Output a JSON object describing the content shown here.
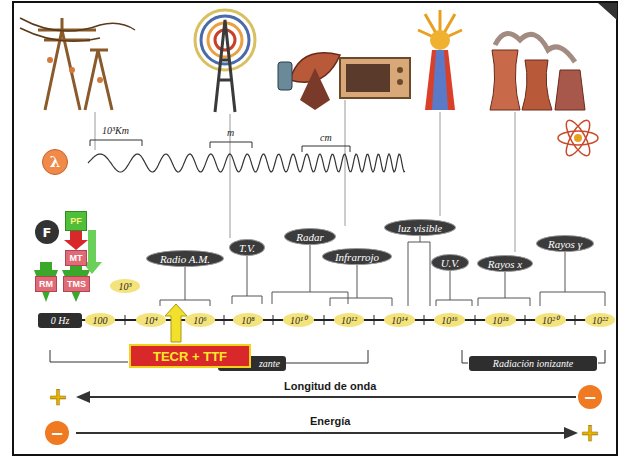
{
  "diagram": {
    "nodes": [
      {
        "text": [
          "λ"
        ]
      },
      {
        "text": [
          "PF"
        ]
      },
      {
        "text": [
          "F"
        ]
      },
      {
        "text": [
          "MT"
        ]
      },
      {
        "text": [
          "luz visible"
        ]
      },
      {
        "text": [
          "Radar"
        ]
      },
      {
        "text": [
          "Rayos γ"
        ]
      },
      {
        "text": [
          "T.V."
        ]
      },
      {
        "text": [
          "Radio A.M."
        ]
      },
      {
        "text": [
          "Infrarrojo"
        ]
      },
      {
        "text": [
          "U.V."
        ]
      },
      {
        "text": [
          "Rayos x"
        ]
      },
      {
        "text": [
          "RM"
        ]
      },
      {
        "text": [
          "TMS"
        ]
      },
      {
        "text": [
          "10³"
        ]
      },
      {
        "text": [
          "0 Hz"
        ]
      },
      {
        "text": [
          "100"
        ]
      },
      {
        "text": [
          "10⁴"
        ]
      },
      {
        "text": [
          "10⁶"
        ]
      },
      {
        "text": [
          "10⁸"
        ]
      },
      {
        "text": [
          "10¹⁰"
        ]
      },
      {
        "text": [
          "10¹²"
        ]
      },
      {
        "text": [
          "10¹⁴"
        ]
      },
      {
        "text": [
          "10¹⁶"
        ]
      },
      {
        "text": [
          "10¹⁸"
        ]
      },
      {
        "text": [
          "10²⁰"
        ]
      },
      {
        "text": [
          "10²²"
        ]
      },
      {
        "text": [
          "TECR + TTF"
        ]
      },
      {
        "text": [
          "zante"
        ]
      },
      {
        "text": [
          "Radiación ionizante"
        ]
      },
      {
        "text": [
          "−"
        ]
      },
      {
        "text": [
          "−"
        ]
      }
    ],
    "labels": [
      "10³Km",
      "m",
      "cm",
      "Longitud de onda",
      "+",
      "Energía",
      "+"
    ]
  }
}
